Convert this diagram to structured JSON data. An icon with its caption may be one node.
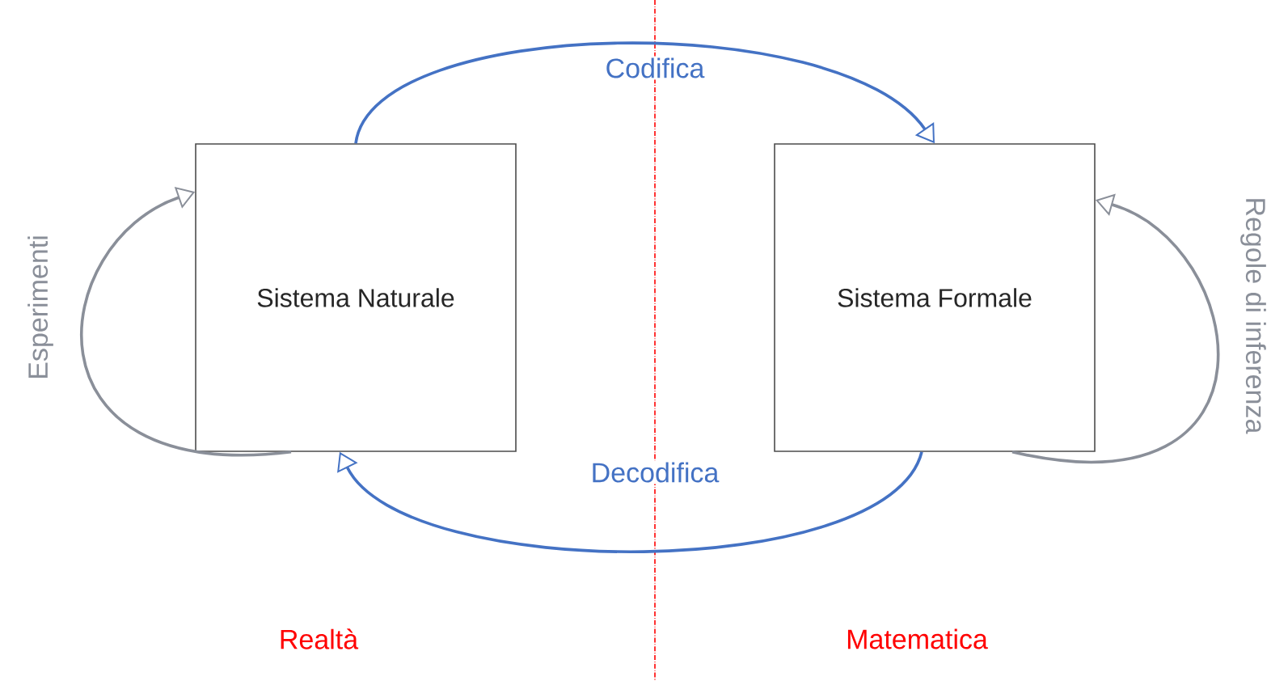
{
  "diagram": {
    "nodes": [
      {
        "text": [
          "Sistema Naturale"
        ]
      },
      {
        "text": [
          "Sistema Formale"
        ]
      }
    ],
    "edges": [
      {
        "from": 0,
        "to": 1,
        "arrow": "to",
        "label": "Codifica",
        "color": "#4472c4"
      },
      {
        "from": 1,
        "to": 0,
        "arrow": "to",
        "label": "Decodifica",
        "color": "#4472c4"
      },
      {
        "from": 0,
        "to": 0,
        "arrow": "to",
        "label": "Esperimenti",
        "color": "#8a8f99"
      },
      {
        "from": 1,
        "to": 1,
        "arrow": "to",
        "label": "Regole di inferenza",
        "color": "#8a8f99"
      }
    ],
    "labels": [
      "Realtà",
      "Matematica"
    ]
  }
}
